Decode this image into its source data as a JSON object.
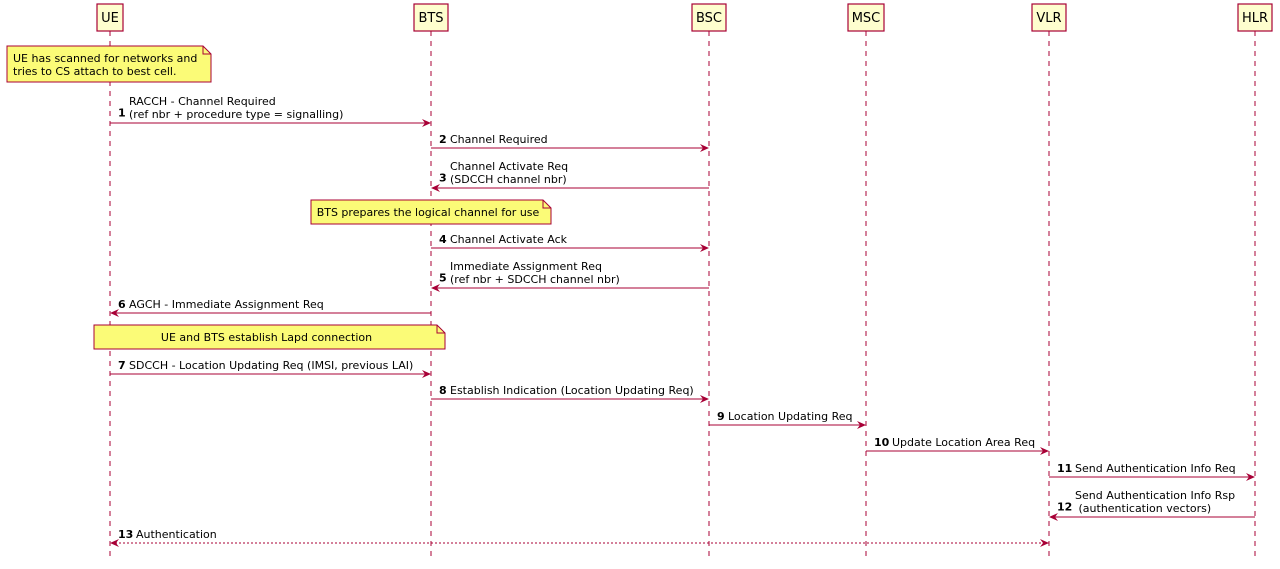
{
  "participants": [
    {
      "id": "ue",
      "label": "UE"
    },
    {
      "id": "bts",
      "label": "BTS"
    },
    {
      "id": "bsc",
      "label": "BSC"
    },
    {
      "id": "msc",
      "label": "MSC"
    },
    {
      "id": "vlr",
      "label": "VLR"
    },
    {
      "id": "hlr",
      "label": "HLR"
    }
  ],
  "events": [
    {
      "kind": "note",
      "over": [
        "ue"
      ],
      "align": "left",
      "lines": [
        "UE has scanned for networks and",
        "tries to CS attach to best cell."
      ]
    },
    {
      "kind": "msg",
      "from": "ue",
      "to": "bts",
      "num": "1",
      "lines": [
        "RACCH - Channel Required",
        "(ref nbr + procedure type = signalling)"
      ]
    },
    {
      "kind": "msg",
      "from": "bts",
      "to": "bsc",
      "num": "2",
      "lines": [
        "Channel Required"
      ]
    },
    {
      "kind": "msg",
      "from": "bsc",
      "to": "bts",
      "num": "3",
      "lines": [
        "Channel Activate Req",
        "(SDCCH channel nbr)"
      ]
    },
    {
      "kind": "note",
      "over": [
        "bts"
      ],
      "align": "center",
      "lines": [
        "BTS prepares the logical channel for use"
      ]
    },
    {
      "kind": "msg",
      "from": "bts",
      "to": "bsc",
      "num": "4",
      "lines": [
        "Channel Activate Ack"
      ]
    },
    {
      "kind": "msg",
      "from": "bsc",
      "to": "bts",
      "num": "5",
      "lines": [
        "Immediate Assignment Req",
        "(ref nbr + SDCCH channel nbr)"
      ]
    },
    {
      "kind": "msg",
      "from": "bts",
      "to": "ue",
      "num": "6",
      "lines": [
        "AGCH - Immediate Assignment Req"
      ]
    },
    {
      "kind": "note",
      "over": [
        "ue",
        "bts"
      ],
      "align": "center",
      "lines": [
        "UE and BTS establish Lapd connection"
      ]
    },
    {
      "kind": "msg",
      "from": "ue",
      "to": "bts",
      "num": "7",
      "lines": [
        "SDCCH - Location Updating Req (IMSI, previous LAI)"
      ]
    },
    {
      "kind": "msg",
      "from": "bts",
      "to": "bsc",
      "num": "8",
      "lines": [
        "Establish Indication (Location Updating Req)"
      ]
    },
    {
      "kind": "msg",
      "from": "bsc",
      "to": "msc",
      "num": "9",
      "lines": [
        "Location Updating Req"
      ]
    },
    {
      "kind": "msg",
      "from": "msc",
      "to": "vlr",
      "num": "10",
      "lines": [
        "Update Location Area Req"
      ]
    },
    {
      "kind": "msg",
      "from": "vlr",
      "to": "hlr",
      "num": "11",
      "lines": [
        "Send Authentication Info Req"
      ]
    },
    {
      "kind": "msg",
      "from": "hlr",
      "to": "vlr",
      "num": "12",
      "lines": [
        "Send Authentication Info Rsp",
        " (authentication vectors)"
      ]
    },
    {
      "kind": "msg",
      "from": "vlr",
      "to": "ue",
      "num": "13",
      "style": "dotted",
      "bidirectional": true,
      "lines": [
        "Authentication"
      ]
    }
  ],
  "colors": {
    "line": "#a80036",
    "actor_fill": "#fefece",
    "note_fill": "#fbfb77"
  }
}
